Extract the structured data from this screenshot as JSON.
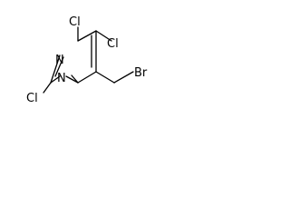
{
  "molecule": {
    "atoms": {
      "n_top": "N",
      "n_bottom": "N",
      "cl_top": "Cl",
      "cl_right": "Cl",
      "cl_left": "Cl",
      "br": "Br"
    },
    "colors": {
      "bond": "#000000",
      "text": "#000000",
      "background": "#ffffff"
    }
  }
}
